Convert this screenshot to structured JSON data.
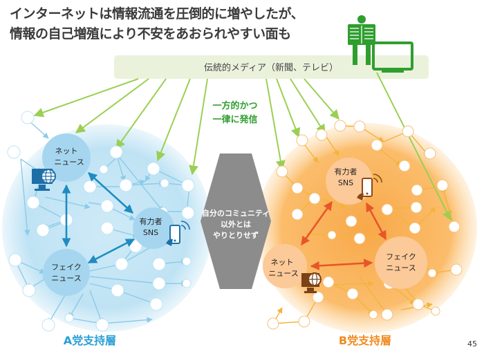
{
  "title": {
    "line1": "インターネットは情報流通を圧倒的に増やしたが、",
    "line2": "情報の自己増殖により不安をあおられやすい面も"
  },
  "media_box": {
    "label": "伝統的メディア（新聞、テレビ）"
  },
  "broadcast_note": {
    "line1": "一方的かつ",
    "line2": "一律に発信"
  },
  "divider": {
    "line1": "自分のコミュニティ",
    "line2": "以外とは",
    "line3": "やりとりせず"
  },
  "group_a": {
    "caption": "A党支持層",
    "net_news": {
      "line1": "ネット",
      "line2": "ニュース"
    },
    "influencer": {
      "line1": "有力者",
      "line2": "SNS"
    },
    "fake_news": {
      "line1": "フェイク",
      "line2": "ニュース"
    }
  },
  "group_b": {
    "caption": "B党支持層",
    "net_news": {
      "line1": "ネット",
      "line2": "ニュース"
    },
    "influencer": {
      "line1": "有力者",
      "line2": "SNS"
    },
    "fake_news": {
      "line1": "フェイク",
      "line2": "ニュース"
    }
  },
  "page_number": "45",
  "colors": {
    "title": "#3a3a3a",
    "green_accent": "#2f9e2f",
    "green_arrow": "#9bcf53",
    "media_box_bg": "#eaf2dc",
    "blue_cloud": "#bfe3f4",
    "blue_hub": "#a6d6ef",
    "blue_arrow": "#1e8cc0",
    "orange_cloud": "#f9b55c",
    "orange_hub": "#fcc998",
    "orange_arrow": "#e8552a",
    "divider_grey": "#8c8c8c",
    "group_a_caption": "#2a9fd6",
    "group_b_caption": "#f08a1e"
  },
  "icons": [
    "newspaper-reader-icon",
    "tv-icon",
    "monitor-globe-icon",
    "smartphone-signal-icon"
  ]
}
